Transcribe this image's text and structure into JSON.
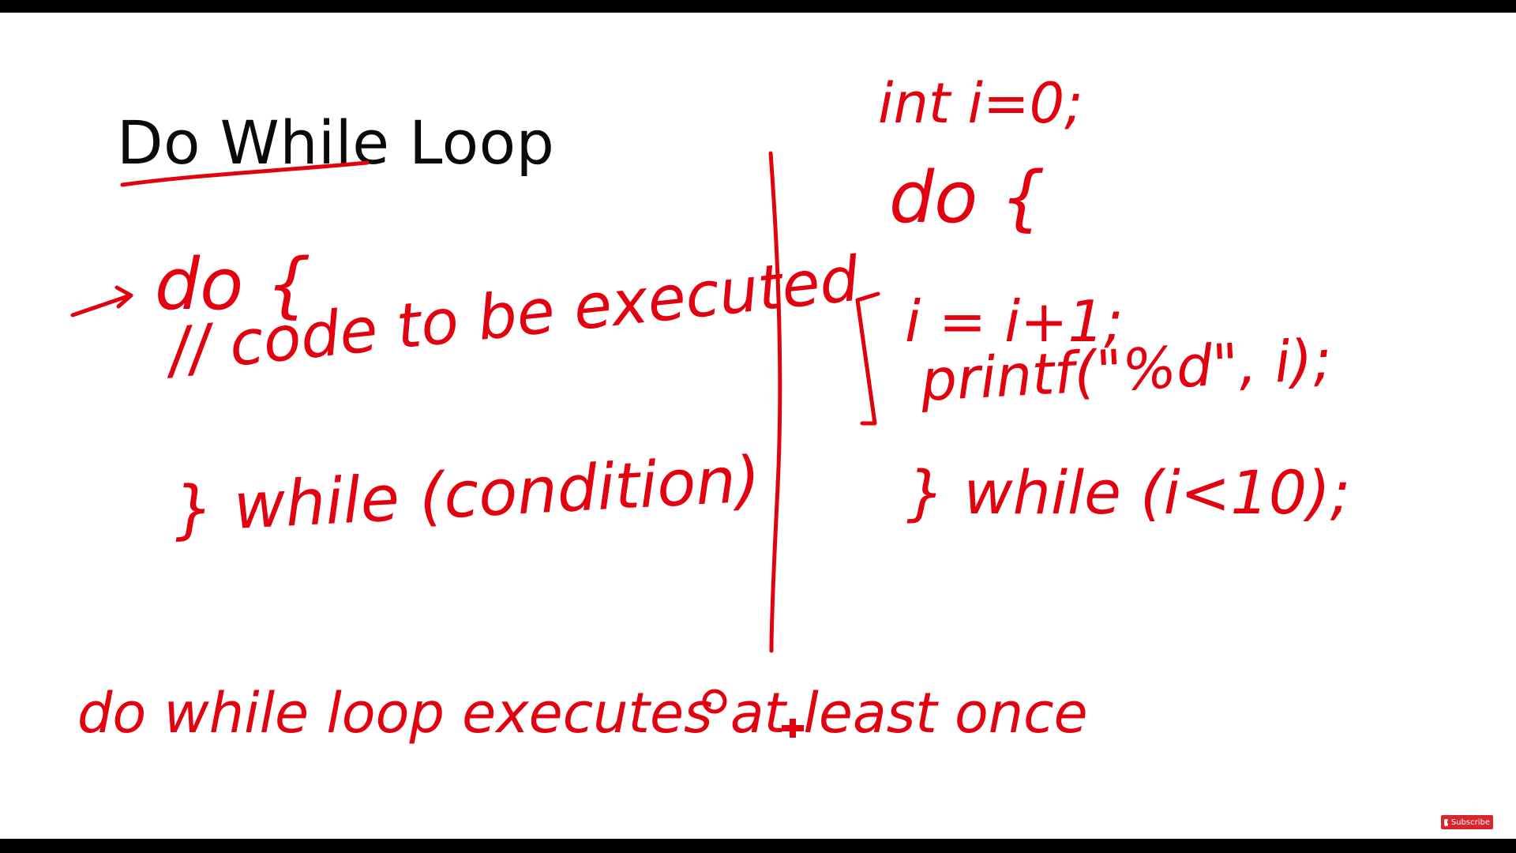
{
  "slide": {
    "title": "Do While Loop",
    "left": {
      "do_line": "do {",
      "comment_line": "// code to be executed",
      "while_line": "} while (condition)"
    },
    "note": "do while loop executes at least once",
    "right": {
      "decl_line": "int i=0;",
      "do_line": "do {",
      "increment_line": "i = i+1;",
      "printf_line": "printf(\"%d\", i);",
      "while_line": "} while (i<10);"
    }
  },
  "overlay": {
    "subscribe_label": "Subscribe"
  },
  "colors": {
    "ink": "#e3000f",
    "title": "#0a0a0a",
    "background": "#ffffff",
    "letterbox": "#000000",
    "subscribe": "#d7262d"
  }
}
